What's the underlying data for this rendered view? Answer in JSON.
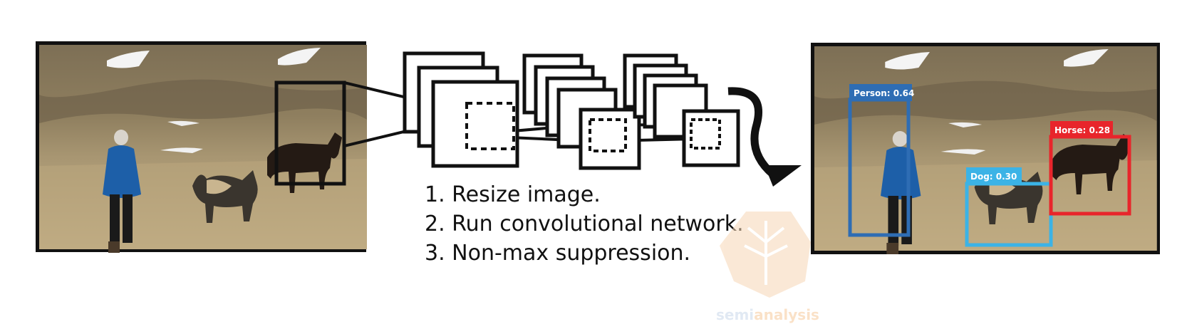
{
  "steps": [
    "1. Resize image.",
    "2. Run convolutional network.",
    "3. Non-max suppression."
  ],
  "detections": [
    {
      "label": "Person: 0.64",
      "color": "#2e6db4"
    },
    {
      "label": "Dog: 0.30",
      "color": "#3bb3e6"
    },
    {
      "label": "Horse: 0.28",
      "color": "#e8252b"
    }
  ],
  "watermark": {
    "part1": "semi",
    "part2": "analysis",
    "color1": "#c9d8ea",
    "color2": "#f6c99a"
  },
  "colors": {
    "sky_grass": "#8a7b5c",
    "field": "#b7a37a",
    "jacket": "#1d5fa8"
  }
}
